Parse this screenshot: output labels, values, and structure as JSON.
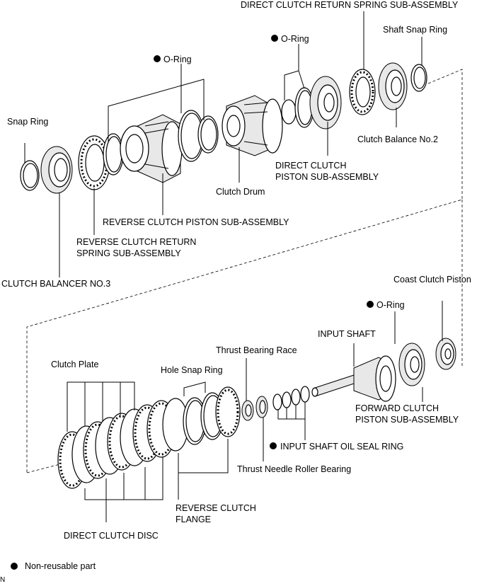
{
  "labels": {
    "direct_clutch_return_spring": "DIRECT CLUTCH RETURN SPRING SUB-ASSEMBLY",
    "shaft_snap_ring": "Shaft Snap Ring",
    "o_ring_top_right": "O-Ring",
    "o_ring_top_left": "O-Ring",
    "snap_ring": "Snap Ring",
    "clutch_balance_no2": "Clutch Balance No.2",
    "direct_clutch_piston_1": "DIRECT CLUTCH",
    "direct_clutch_piston_2": "PISTON SUB-ASSEMBLY",
    "clutch_drum": "Clutch Drum",
    "reverse_clutch_piston": "REVERSE CLUTCH PISTON SUB-ASSEMBLY",
    "reverse_clutch_return_1": "REVERSE CLUTCH RETURN",
    "reverse_clutch_return_2": "SPRING SUB-ASSEMBLY",
    "clutch_balancer_no3": "CLUTCH BALANCER NO.3",
    "coast_clutch_piston": "Coast Clutch Piston",
    "o_ring_bottom": "O-Ring",
    "input_shaft": "INPUT SHAFT",
    "thrust_bearing_race": "Thrust Bearing Race",
    "clutch_plate": "Clutch Plate",
    "hole_snap_ring": "Hole Snap Ring",
    "forward_clutch_piston_1": "FORWARD CLUTCH",
    "forward_clutch_piston_2": "PISTON SUB-ASSEMBLY",
    "input_shaft_oil_seal_ring": "INPUT SHAFT OIL SEAL RING",
    "thrust_needle_roller_bearing": "Thrust Needle Roller Bearing",
    "reverse_clutch_flange_1": "REVERSE CLUTCH",
    "reverse_clutch_flange_2": "FLANGE",
    "direct_clutch_disc": "DIRECT CLUTCH DISC"
  },
  "legend": {
    "text": "Non-reusable part"
  },
  "corner_mark": "N"
}
